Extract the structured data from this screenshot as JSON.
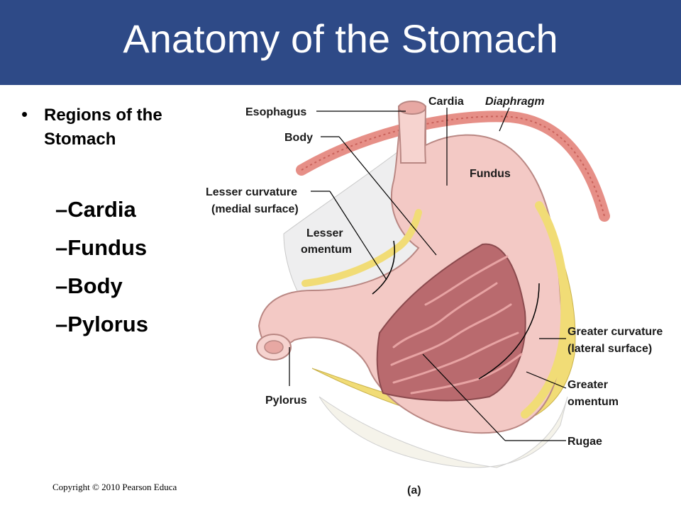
{
  "title": "Anatomy of the Stomach",
  "bullet": {
    "text": "Regions of the Stomach"
  },
  "sub_items": [
    {
      "dash": "–",
      "label": "Cardia"
    },
    {
      "dash": "–",
      "label": "Fundus"
    },
    {
      "dash": "–",
      "label": "Body"
    },
    {
      "dash": "–",
      "label": "Pylorus"
    }
  ],
  "copyright": "Copyright © 2010 Pearson Educa",
  "figure": {
    "panel_label": "(a)",
    "labels": {
      "esophagus": "Esophagus",
      "cardia": "Cardia",
      "diaphragm": "Diaphragm",
      "body": "Body",
      "fundus": "Fundus",
      "lesser_curvature_1": "Lesser curvature",
      "lesser_curvature_2": "(medial surface)",
      "lesser_omentum_1": "Lesser",
      "lesser_omentum_2": "omentum",
      "greater_curvature_1": "Greater curvature",
      "greater_curvature_2": "(lateral surface)",
      "greater_omentum_1": "Greater",
      "greater_omentum_2": "omentum",
      "pylorus": "Pylorus",
      "rugae": "Rugae"
    }
  },
  "colors": {
    "header": "#2e4a87",
    "stomach_wall": "#f3c9c5",
    "rugae": "#b96a6e",
    "fat": "#f1dc76",
    "diaphragm": "#e68f87"
  }
}
